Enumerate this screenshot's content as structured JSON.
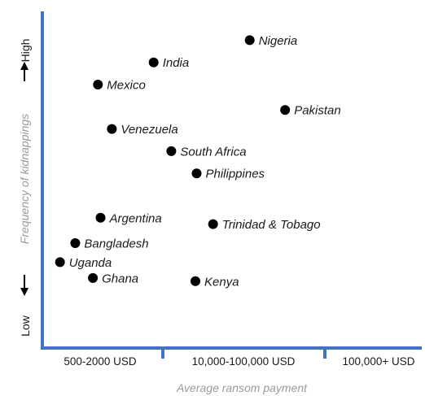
{
  "chart_data": {
    "type": "scatter",
    "xlabel": "Average ransom payment",
    "ylabel": "Frequency of kidnappings",
    "y_high_label": "High",
    "y_low_label": "Low",
    "x_categories": [
      "500-2000 USD",
      "10,000-100,000 USD",
      "100,000+ USD"
    ],
    "xlim": [
      0,
      3
    ],
    "ylim": [
      0,
      10
    ],
    "grid": false,
    "axis_color": "#4472c4",
    "marker_color": "#000000",
    "points": [
      {
        "label": "Nigeria",
        "x": 1.64,
        "y": 9.4
      },
      {
        "label": "India",
        "x": 0.88,
        "y": 8.7
      },
      {
        "label": "Mexico",
        "x": 0.44,
        "y": 8.0
      },
      {
        "label": "Pakistan",
        "x": 1.92,
        "y": 7.2
      },
      {
        "label": "Venezuela",
        "x": 0.55,
        "y": 6.6
      },
      {
        "label": "South Africa",
        "x": 1.02,
        "y": 5.9
      },
      {
        "label": "Philippines",
        "x": 1.22,
        "y": 5.2
      },
      {
        "label": "Argentina",
        "x": 0.46,
        "y": 3.8
      },
      {
        "label": "Trinidad & Tobago",
        "x": 1.35,
        "y": 3.6
      },
      {
        "label": "Bangladesh",
        "x": 0.26,
        "y": 3.0
      },
      {
        "label": "Uganda",
        "x": 0.14,
        "y": 2.4
      },
      {
        "label": "Ghana",
        "x": 0.4,
        "y": 1.9
      },
      {
        "label": "Kenya",
        "x": 1.21,
        "y": 1.8
      }
    ]
  }
}
